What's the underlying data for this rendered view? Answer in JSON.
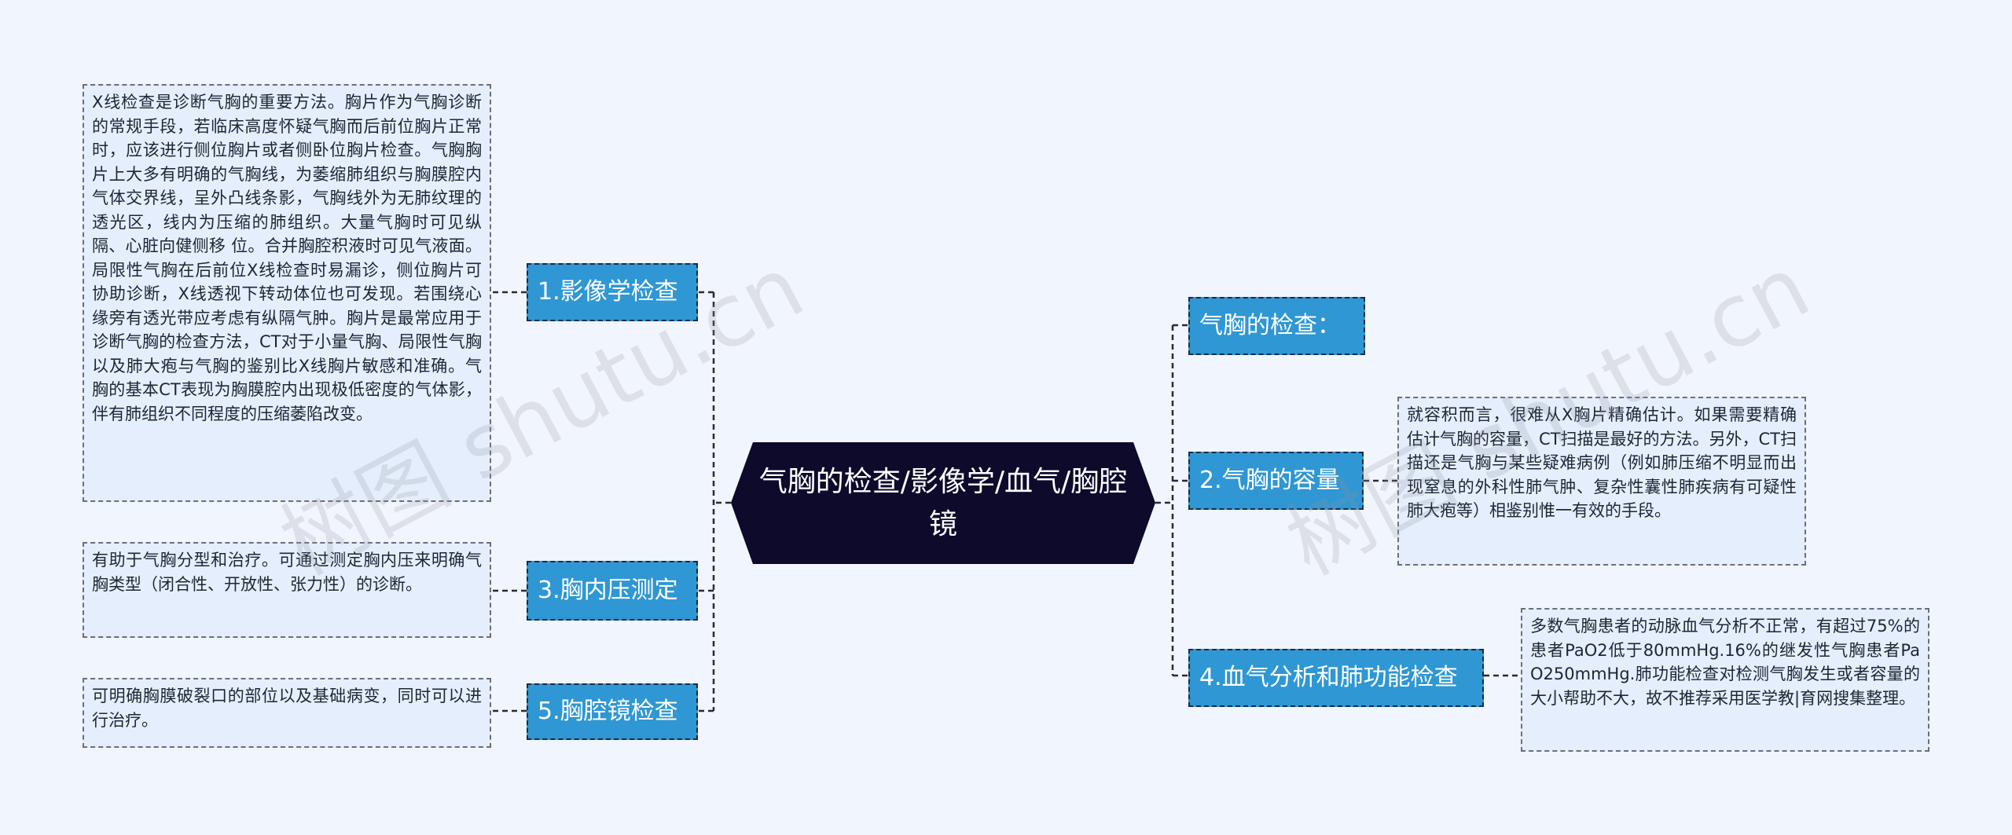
{
  "central": {
    "title": "气胸的检查/影像学/血气/胸腔镜"
  },
  "branches": {
    "b1": {
      "label": "1.影像学检查"
    },
    "b3": {
      "label": "3.胸内压测定"
    },
    "b5": {
      "label": "5.胸腔镜检查"
    },
    "bq": {
      "label": "气胸的检查："
    },
    "b2": {
      "label": "2.气胸的容量"
    },
    "b4": {
      "label": "4.血气分析和肺功能检查"
    }
  },
  "leaves": {
    "l1": {
      "text": "X线检查是诊断气胸的重要方法。胸片作为气胸诊断的常规手段，若临床高度怀疑气胸而后前位胸片正常时，应该进行侧位胸片或者侧卧位胸片检查。气胸胸片上大多有明确的气胸线，为萎缩肺组织与胸膜腔内气体交界线，呈外凸线条影，气胸线外为无肺纹理的透光区，线内为压缩的肺组织。大量气胸时可见纵隔、心脏向健侧移 位。合并胸腔积液时可见气液面。局限性气胸在后前位X线检查时易漏诊，侧位胸片可协助诊断，X线透视下转动体位也可发现。若围绕心缘旁有透光带应考虑有纵隔气肿。胸片是最常应用于诊断气胸的检查方法，CT对于小量气胸、局限性气胸以及肺大疱与气胸的鉴别比X线胸片敏感和准确。气胸的基本CT表现为胸膜腔内出现极低密度的气体影，伴有肺组织不同程度的压缩萎陷改变。"
    },
    "l3": {
      "text": "有助于气胸分型和治疗。可通过测定胸内压来明确气胸类型（闭合性、开放性、张力性）的诊断。"
    },
    "l5": {
      "text": "可明确胸膜破裂口的部位以及基础病变，同时可以进行治疗。"
    },
    "l2": {
      "text": "就容积而言，很难从X胸片精确估计。如果需要精确估计气胸的容量，CT扫描是最好的方法。另外，CT扫描还是气胸与某些疑难病例（例如肺压缩不明显而出现窒息的外科性肺气肿、复杂性囊性肺疾病有可疑性肺大疱等）相鉴别惟一有效的手段。"
    },
    "l4": {
      "text": "多数气胸患者的动脉血气分析不正常，有超过75%的患者PaO2低于80mmHg.16%的继发性气胸患者PaO250mmHg.肺功能检查对检测气胸发生或者容量的大小帮助不大，故不推荐采用医学教|育网搜集整理。"
    }
  },
  "watermarks": [
    "树图 shutu.cn",
    "树图 shutu.cn"
  ],
  "colors": {
    "background": "#f1f5fd",
    "central": "#0d0a2b",
    "branch": "#2f97d3",
    "leaf": "#e5eefc",
    "line": "#2b2b2b"
  }
}
